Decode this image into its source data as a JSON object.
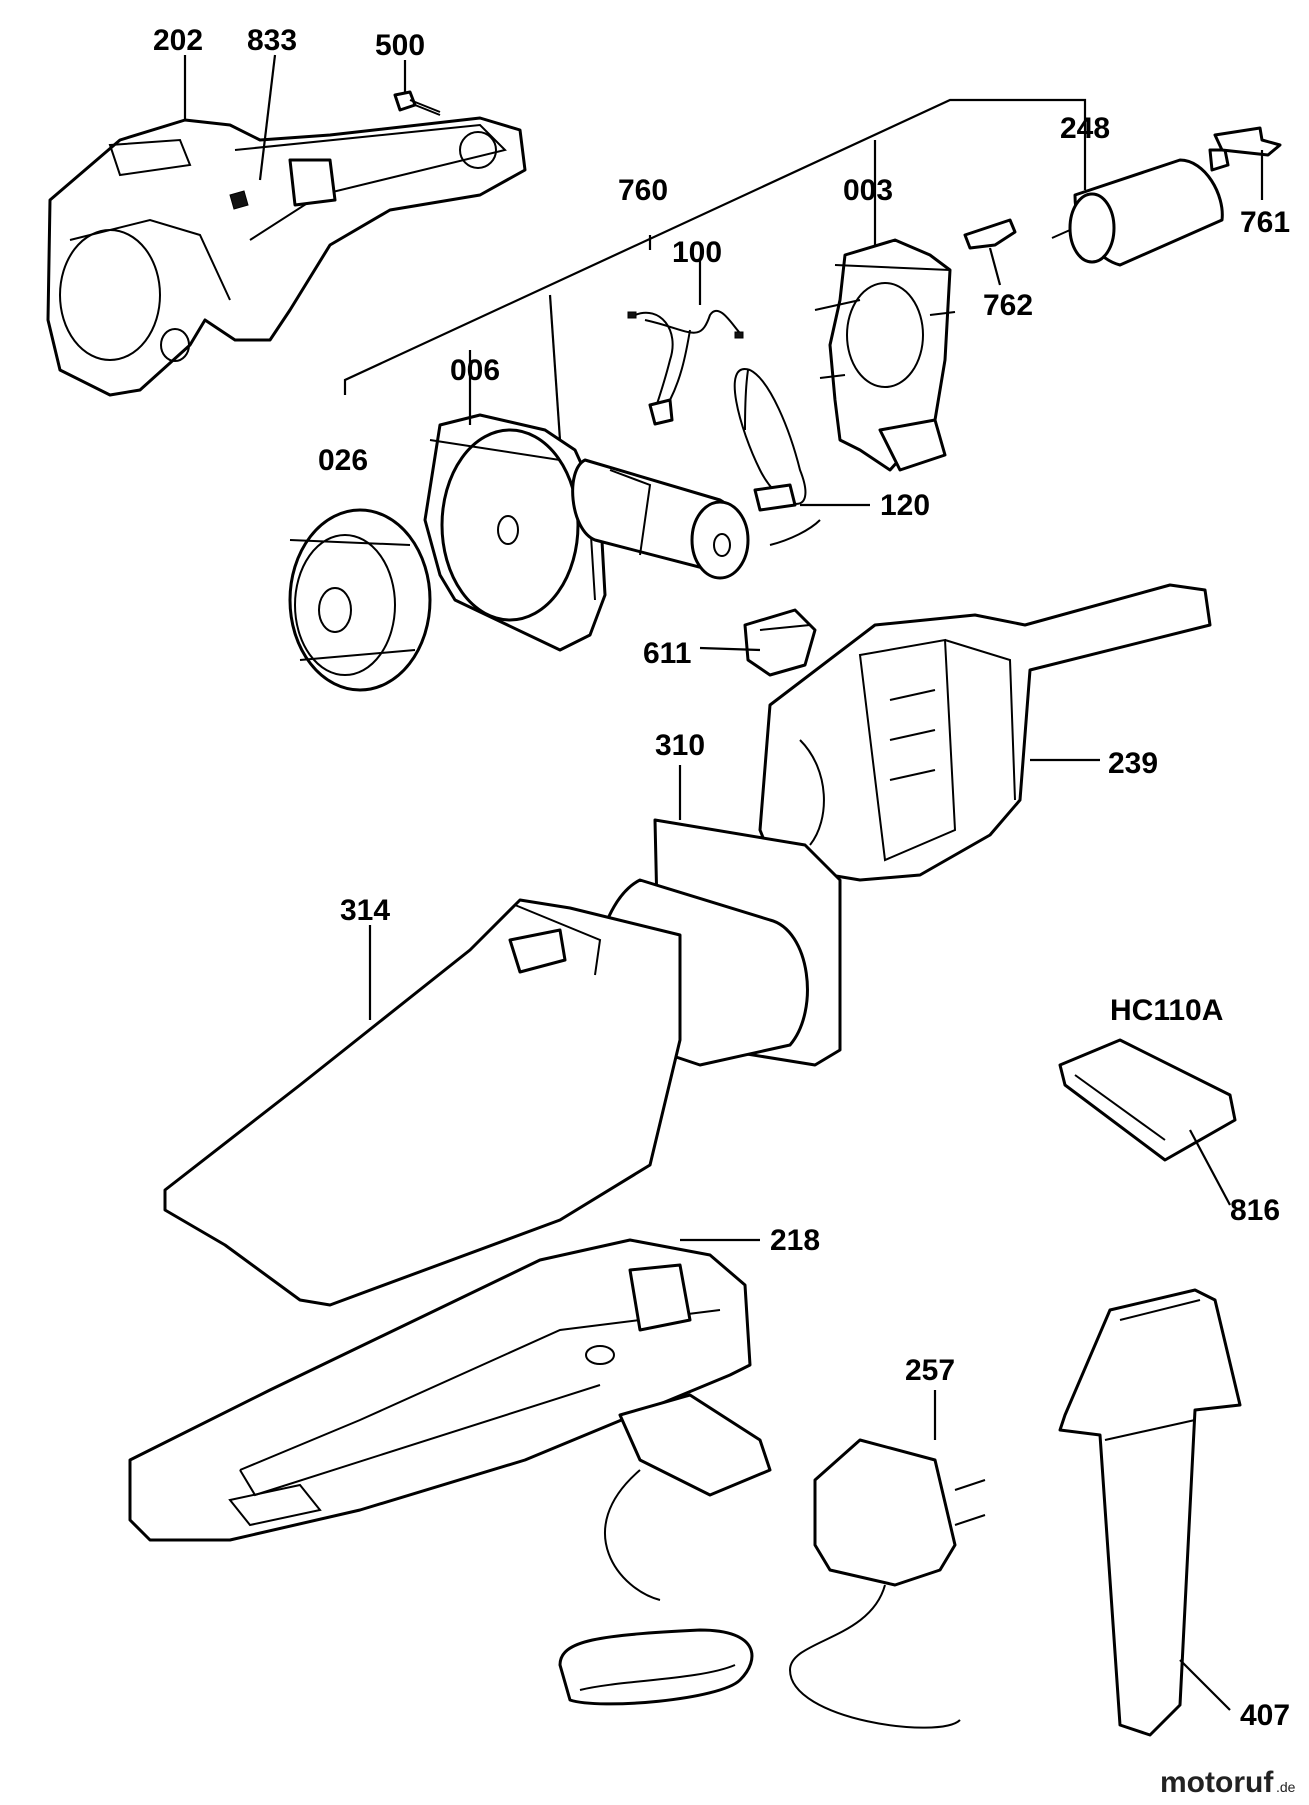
{
  "labels": {
    "p202": "202",
    "p833": "833",
    "p500": "500",
    "p248": "248",
    "p761": "761",
    "p760": "760",
    "p003": "003",
    "p100": "100",
    "p762": "762",
    "p006": "006",
    "p026": "026",
    "p120": "120",
    "p611": "611",
    "p239": "239",
    "p310": "310",
    "p314": "314",
    "hc110a": "HC110A",
    "p816": "816",
    "p218": "218",
    "p257": "257",
    "p407": "407"
  },
  "watermark": {
    "brand": "motoruf",
    "suffix": ".de"
  }
}
